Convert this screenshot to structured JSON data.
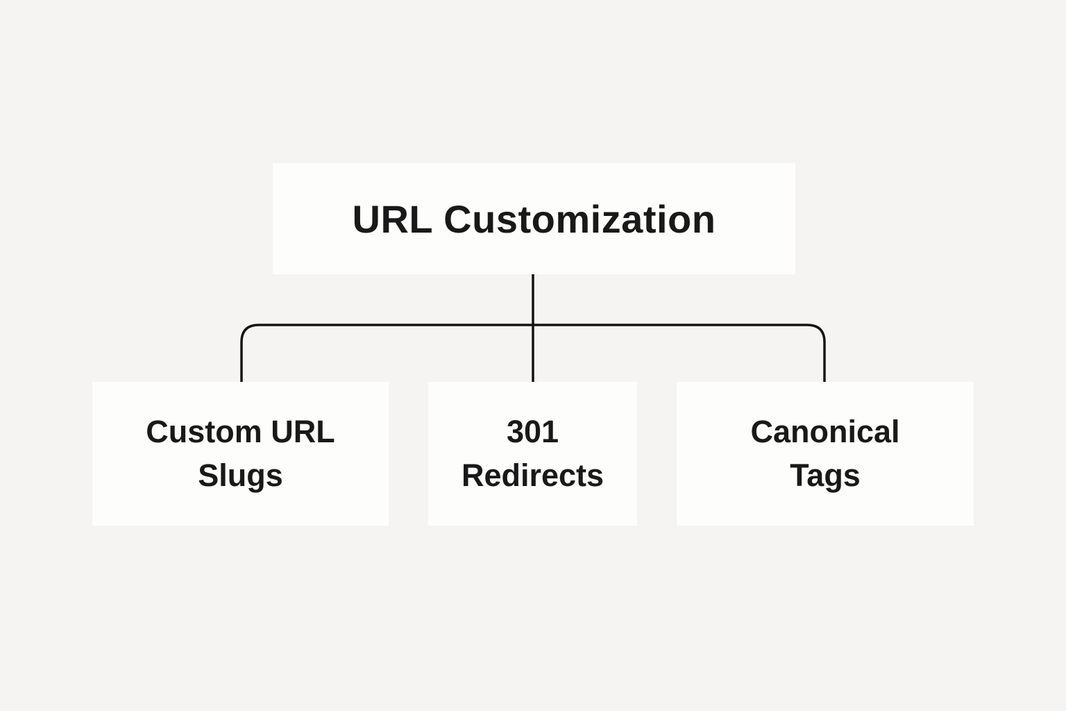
{
  "diagram": {
    "type": "tree",
    "root": {
      "label": "URL Customization"
    },
    "children": [
      {
        "label": "Custom URL Slugs",
        "line1": "Custom URL",
        "line2": "Slugs"
      },
      {
        "label": "301 Redirects",
        "line1": "301",
        "line2": "Redirects"
      },
      {
        "label": "Canonical Tags",
        "line1": "Canonical",
        "line2": "Tags"
      }
    ]
  },
  "colors": {
    "background": "#f5f4f2",
    "node_fill": "#fdfdfc",
    "text": "#191919",
    "line": "#141414"
  }
}
